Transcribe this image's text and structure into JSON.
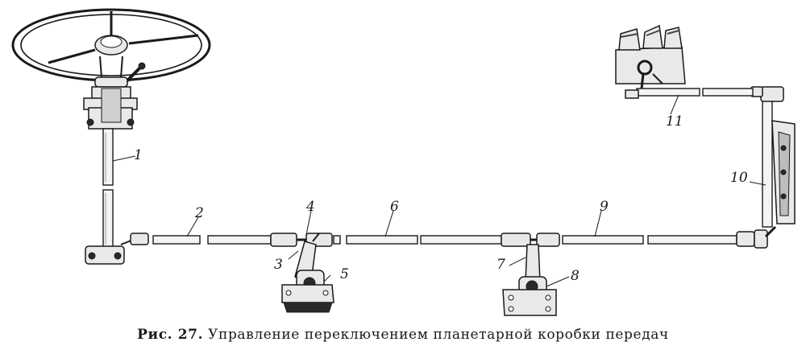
{
  "caption": {
    "number": "Рис. 27.",
    "text": "Управление переключением планетарной коробки передач"
  },
  "labels": {
    "l1": "1",
    "l2": "2",
    "l3": "3",
    "l4": "4",
    "l5": "5",
    "l6": "6",
    "l7": "7",
    "l8": "8",
    "l9": "9",
    "l10": "10",
    "l11": "11"
  }
}
